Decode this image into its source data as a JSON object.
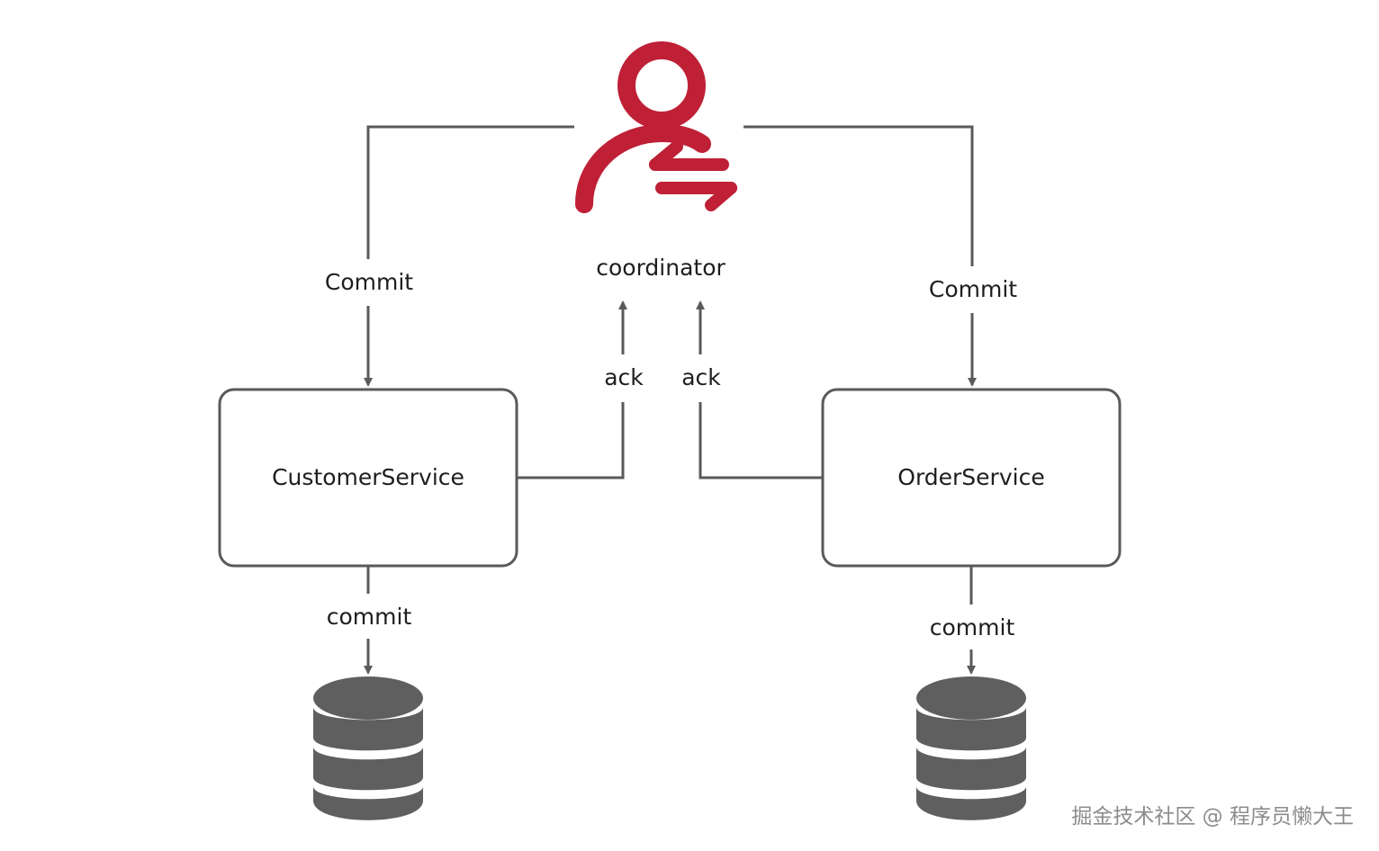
{
  "diagram": {
    "coordinator": {
      "label": "coordinator",
      "icon": "user-exchange-icon",
      "color": "#bf2036"
    },
    "services": {
      "customer": {
        "label": "CustomerService"
      },
      "order": {
        "label": "OrderService"
      }
    },
    "edges": {
      "commit_to_customer": "Commit",
      "commit_to_order": "Commit",
      "ack_from_customer": "ack",
      "ack_from_order": "ack",
      "customer_db_commit": "commit",
      "order_db_commit": "commit"
    },
    "databases": {
      "customer_db": {
        "icon": "database-icon",
        "color": "#5f5f5f"
      },
      "order_db": {
        "icon": "database-icon",
        "color": "#5f5f5f"
      }
    },
    "line_color": "#5a5a5a"
  },
  "watermark": "掘金技术社区 @ 程序员懒大王"
}
